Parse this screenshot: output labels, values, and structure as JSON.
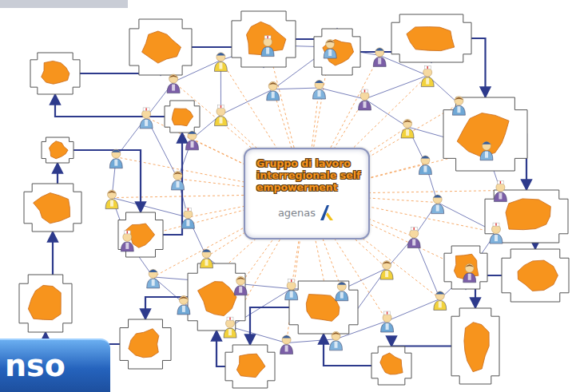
{
  "diagram": {
    "nodes": [
      {
        "text": [
          "Gruppo di lavoro interregionale self empowerment",
          "agenas"
        ]
      },
      {
        "text": [
          "nso"
        ]
      }
    ]
  }
}
